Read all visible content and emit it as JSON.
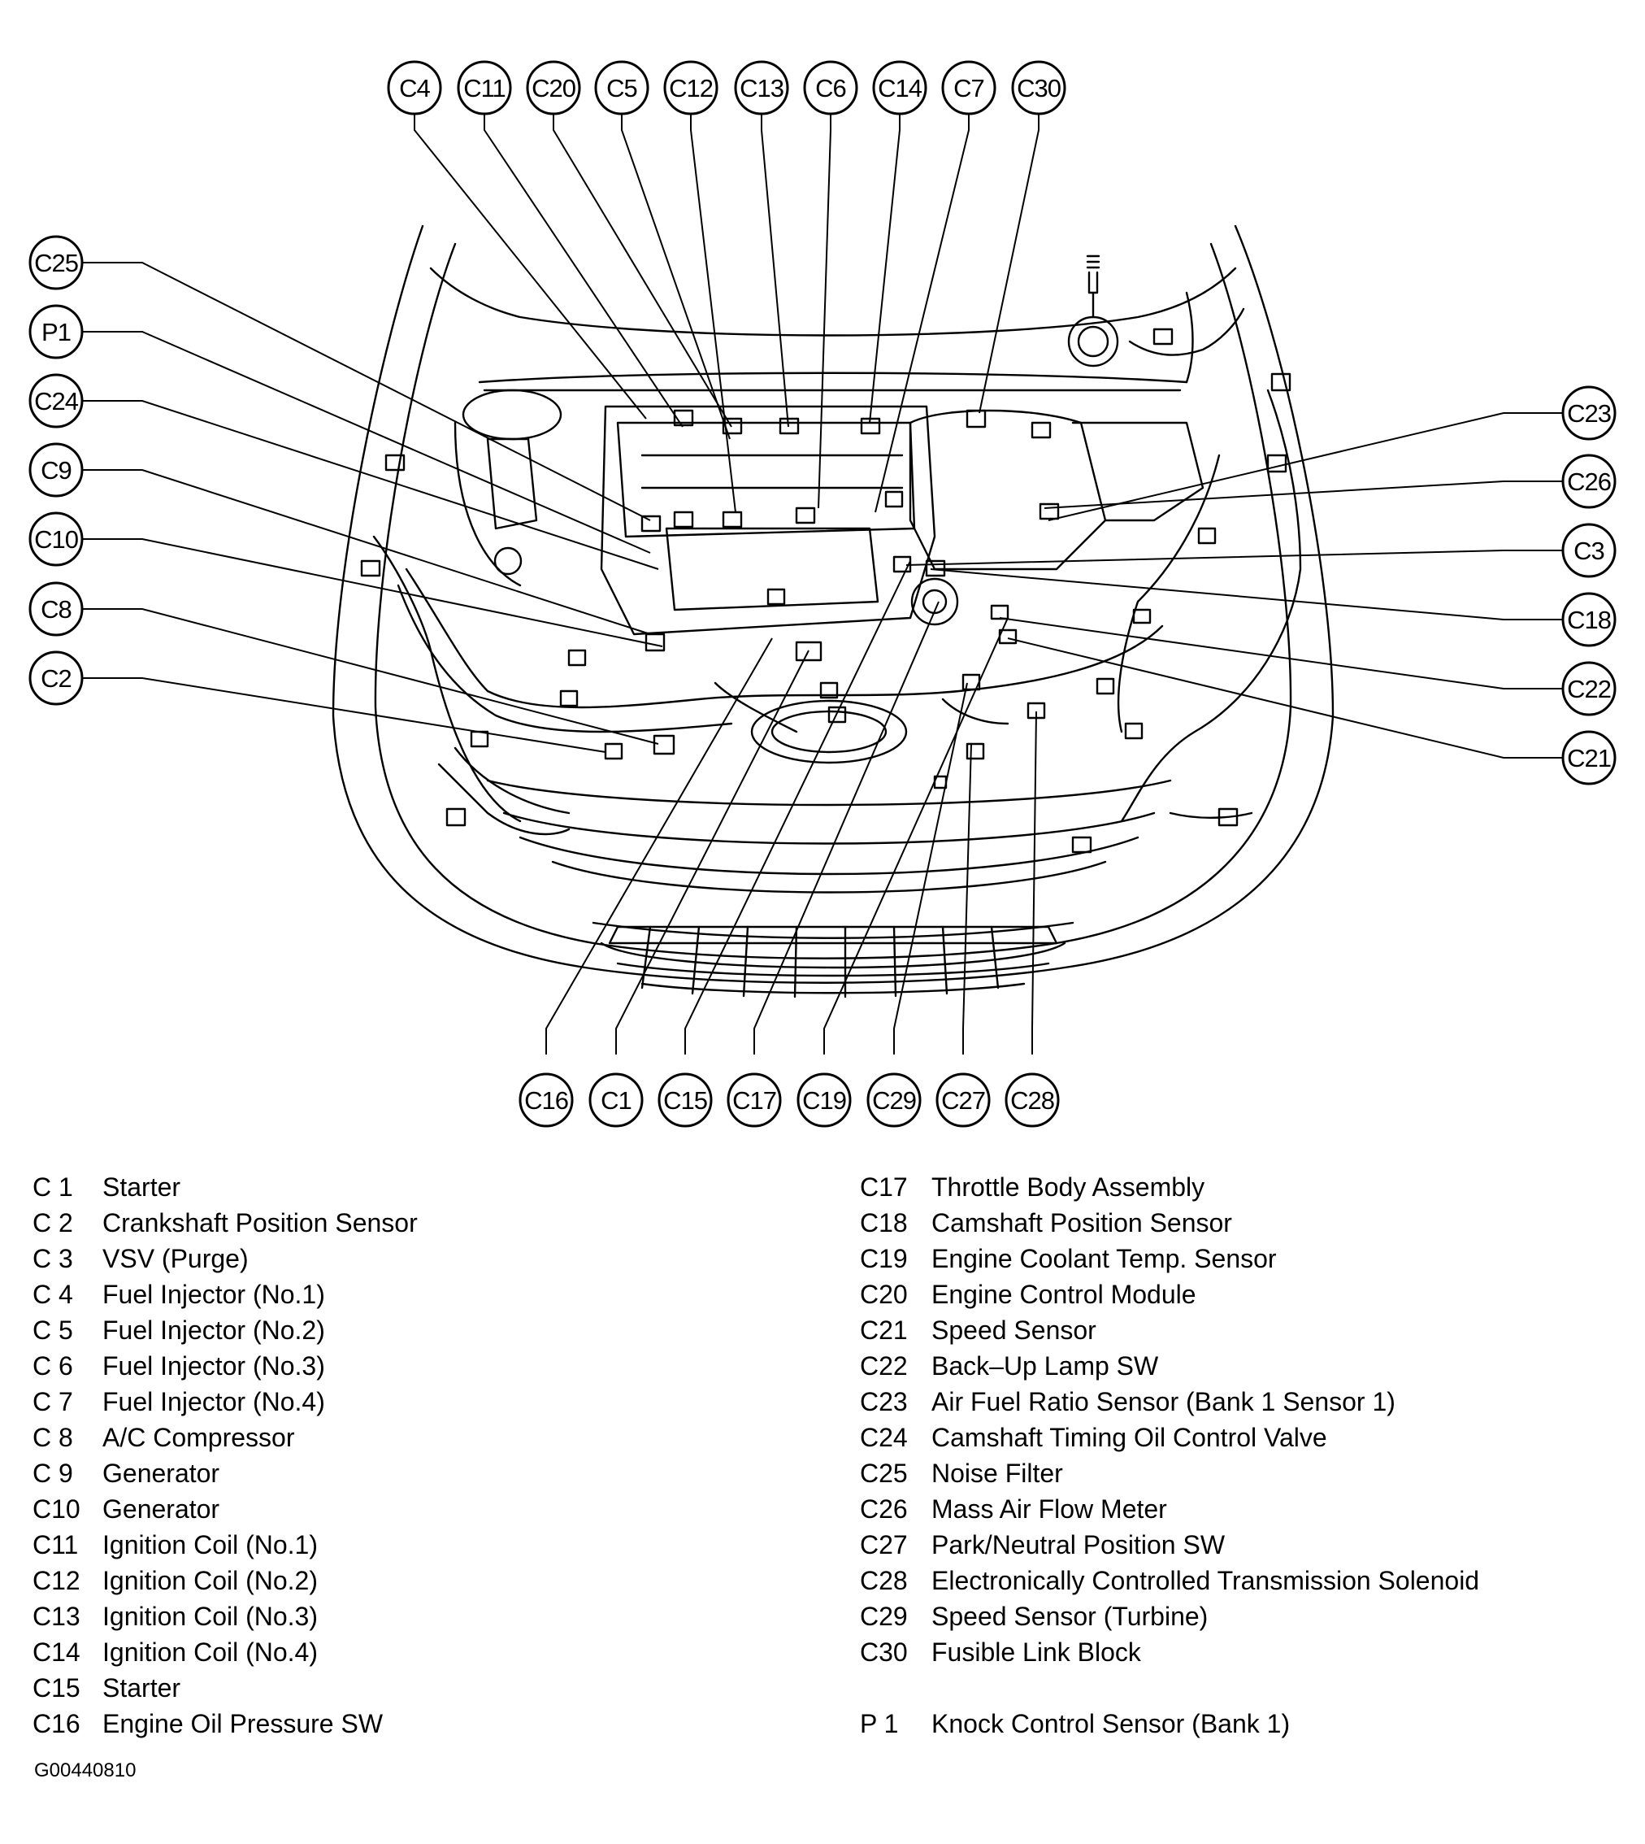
{
  "diagram": {
    "top_callouts": [
      "C4",
      "C11",
      "C20",
      "C5",
      "C12",
      "C13",
      "C6",
      "C14",
      "C7",
      "C30"
    ],
    "left_callouts": [
      "C25",
      "P1",
      "C24",
      "C9",
      "C10",
      "C8",
      "C2"
    ],
    "right_callouts": [
      "C23",
      "C26",
      "C3",
      "C18",
      "C22",
      "C21"
    ],
    "bottom_callouts": [
      "C16",
      "C1",
      "C15",
      "C17",
      "C19",
      "C29",
      "C27",
      "C28"
    ],
    "line_color": "#000000"
  },
  "legend_left": [
    {
      "code": "C 1",
      "label": "Starter"
    },
    {
      "code": "C 2",
      "label": "Crankshaft Position Sensor"
    },
    {
      "code": "C 3",
      "label": "VSV (Purge)"
    },
    {
      "code": "C 4",
      "label": "Fuel Injector (No.1)"
    },
    {
      "code": "C 5",
      "label": "Fuel Injector (No.2)"
    },
    {
      "code": "C 6",
      "label": "Fuel Injector (No.3)"
    },
    {
      "code": "C 7",
      "label": "Fuel Injector (No.4)"
    },
    {
      "code": "C 8",
      "label": "A/C Compressor"
    },
    {
      "code": "C 9",
      "label": "Generator"
    },
    {
      "code": "C10",
      "label": "Generator"
    },
    {
      "code": "C11",
      "label": "Ignition Coil (No.1)"
    },
    {
      "code": "C12",
      "label": "Ignition Coil (No.2)"
    },
    {
      "code": "C13",
      "label": "Ignition Coil (No.3)"
    },
    {
      "code": "C14",
      "label": "Ignition Coil (No.4)"
    },
    {
      "code": "C15",
      "label": "Starter"
    },
    {
      "code": "C16",
      "label": "Engine Oil Pressure SW"
    }
  ],
  "legend_right": [
    {
      "code": "C17",
      "label": "Throttle Body Assembly"
    },
    {
      "code": "C18",
      "label": "Camshaft Position Sensor"
    },
    {
      "code": "C19",
      "label": "Engine Coolant Temp. Sensor"
    },
    {
      "code": "C20",
      "label": "Engine Control Module"
    },
    {
      "code": "C21",
      "label": "Speed Sensor"
    },
    {
      "code": "C22",
      "label": "Back–Up Lamp SW"
    },
    {
      "code": "C23",
      "label": "Air Fuel Ratio Sensor (Bank 1 Sensor 1)"
    },
    {
      "code": "C24",
      "label": "Camshaft Timing Oil Control Valve"
    },
    {
      "code": "C25",
      "label": "Noise Filter"
    },
    {
      "code": "C26",
      "label": "Mass Air Flow Meter"
    },
    {
      "code": "C27",
      "label": "Park/Neutral Position SW"
    },
    {
      "code": "C28",
      "label": "Electronically Controlled Transmission Solenoid"
    },
    {
      "code": "C29",
      "label": "Speed Sensor (Turbine)"
    },
    {
      "code": "C30",
      "label": "Fusible Link Block"
    }
  ],
  "legend_right_extra": {
    "code": "P 1",
    "label": "Knock Control Sensor (Bank 1)"
  },
  "figure_id": "G00440810"
}
